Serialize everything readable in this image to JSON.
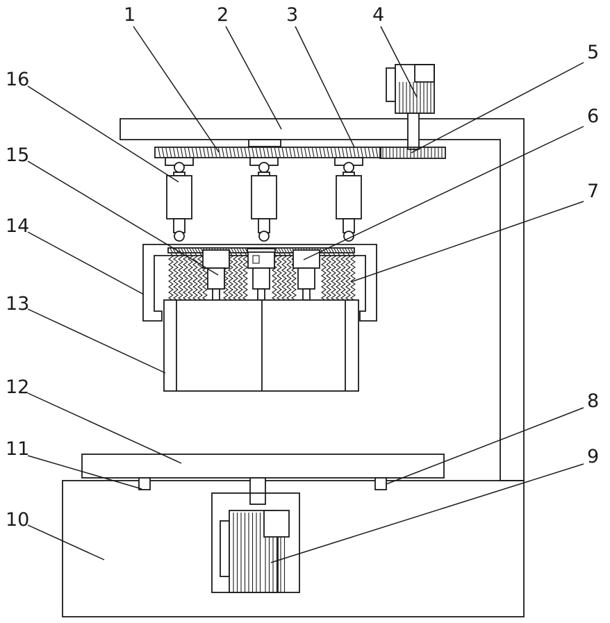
{
  "diagram": {
    "callouts": [
      "1",
      "2",
      "3",
      "4",
      "5",
      "6",
      "7",
      "8",
      "9",
      "10",
      "11",
      "12",
      "13",
      "14",
      "15",
      "16"
    ]
  },
  "colors": {
    "line": "#1a1a1a",
    "background": "#ffffff"
  }
}
